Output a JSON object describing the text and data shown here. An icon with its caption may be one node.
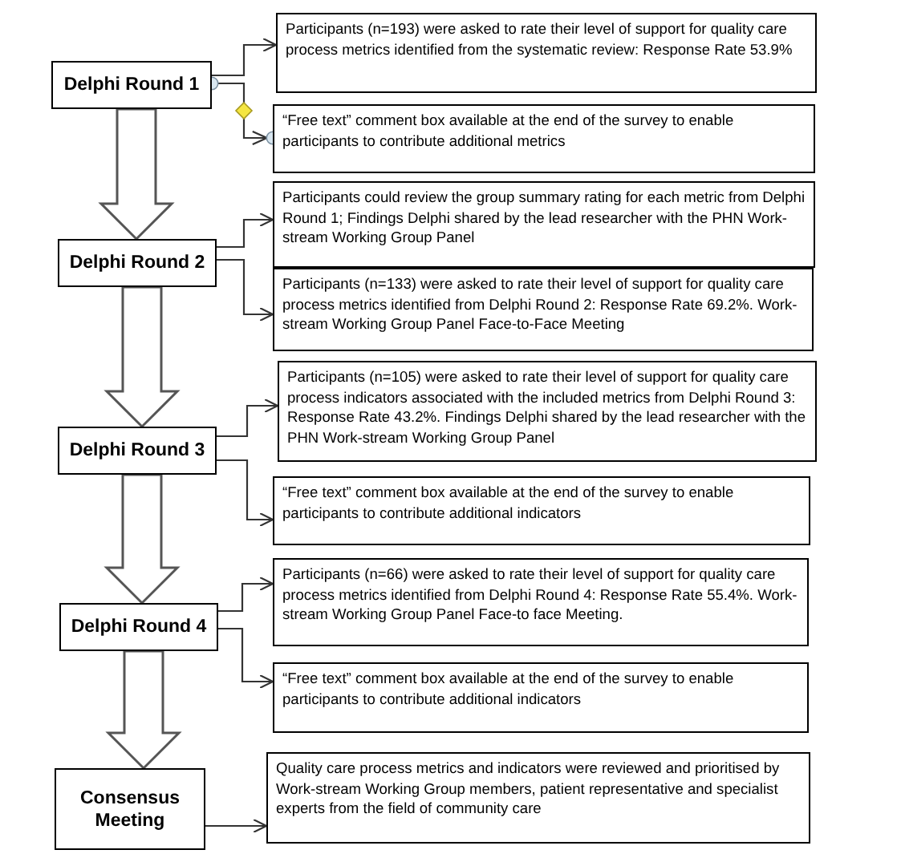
{
  "diagram": {
    "nodes": [
      {
        "text": [
          "Delphi Round 1"
        ]
      },
      {
        "text": [
          "Participants (n=193) were asked to rate their level of support for quality care process metrics identified from the systematic review: Response Rate 53.9%"
        ]
      },
      {
        "text": [
          "“Free text” comment box available at the end of the survey to enable participants to contribute additional metrics"
        ]
      },
      {
        "text": [
          "Delphi Round 2"
        ]
      },
      {
        "text": [
          "Participants could review the group summary rating for each metric from Delphi Round 1; Findings Delphi shared by the lead researcher with the PHN Work-stream Working Group Panel"
        ]
      },
      {
        "text": [
          "Participants (n=133) were asked to rate their level of support for quality care process metrics identified from Delphi Round 2: Response Rate 69.2%. Work-stream Working Group Panel Face-to-Face Meeting"
        ]
      },
      {
        "text": [
          "Delphi Round 3"
        ]
      },
      {
        "text": [
          "Participants (n=105) were asked to rate their level of support for quality care process indicators associated with the included metrics from Delphi Round 3: Response Rate 43.2%. Findings Delphi shared by the lead researcher with the PHN Work-stream Working Group Panel"
        ]
      },
      {
        "text": [
          "“Free text” comment box available at the end of the survey to enable participants to contribute additional indicators"
        ]
      },
      {
        "text": [
          "Delphi Round 4"
        ]
      },
      {
        "text": [
          "Participants (n=66) were asked to rate their level of support for quality care process metrics identified from Delphi Round 4: Response Rate 55.4%. Work-stream Working Group Panel Face-to face Meeting."
        ]
      },
      {
        "text": [
          "“Free text” comment box available at the end of the survey to enable participants to contribute additional indicators"
        ]
      },
      {
        "text": [
          "Consensus Meeting"
        ]
      },
      {
        "text": [
          "Quality care process metrics and indicators were reviewed and prioritised by Work-stream Working Group members, patient representative and specialist experts from the field of community care"
        ]
      }
    ],
    "edges": [
      {
        "from": 0,
        "to": 1,
        "arrow": "to"
      },
      {
        "from": 0,
        "to": 2,
        "arrow": "to"
      },
      {
        "from": 0,
        "to": 3,
        "arrow": "to",
        "style": "thick"
      },
      {
        "from": 3,
        "to": 4,
        "arrow": "to"
      },
      {
        "from": 3,
        "to": 5,
        "arrow": "to"
      },
      {
        "from": 3,
        "to": 6,
        "arrow": "to",
        "style": "thick"
      },
      {
        "from": 6,
        "to": 7,
        "arrow": "to"
      },
      {
        "from": 6,
        "to": 8,
        "arrow": "to"
      },
      {
        "from": 6,
        "to": 9,
        "arrow": "to",
        "style": "thick"
      },
      {
        "from": 9,
        "to": 10,
        "arrow": "to"
      },
      {
        "from": 9,
        "to": 11,
        "arrow": "to"
      },
      {
        "from": 9,
        "to": 12,
        "arrow": "to",
        "style": "thick"
      },
      {
        "from": 12,
        "to": 13,
        "arrow": "to"
      }
    ]
  }
}
